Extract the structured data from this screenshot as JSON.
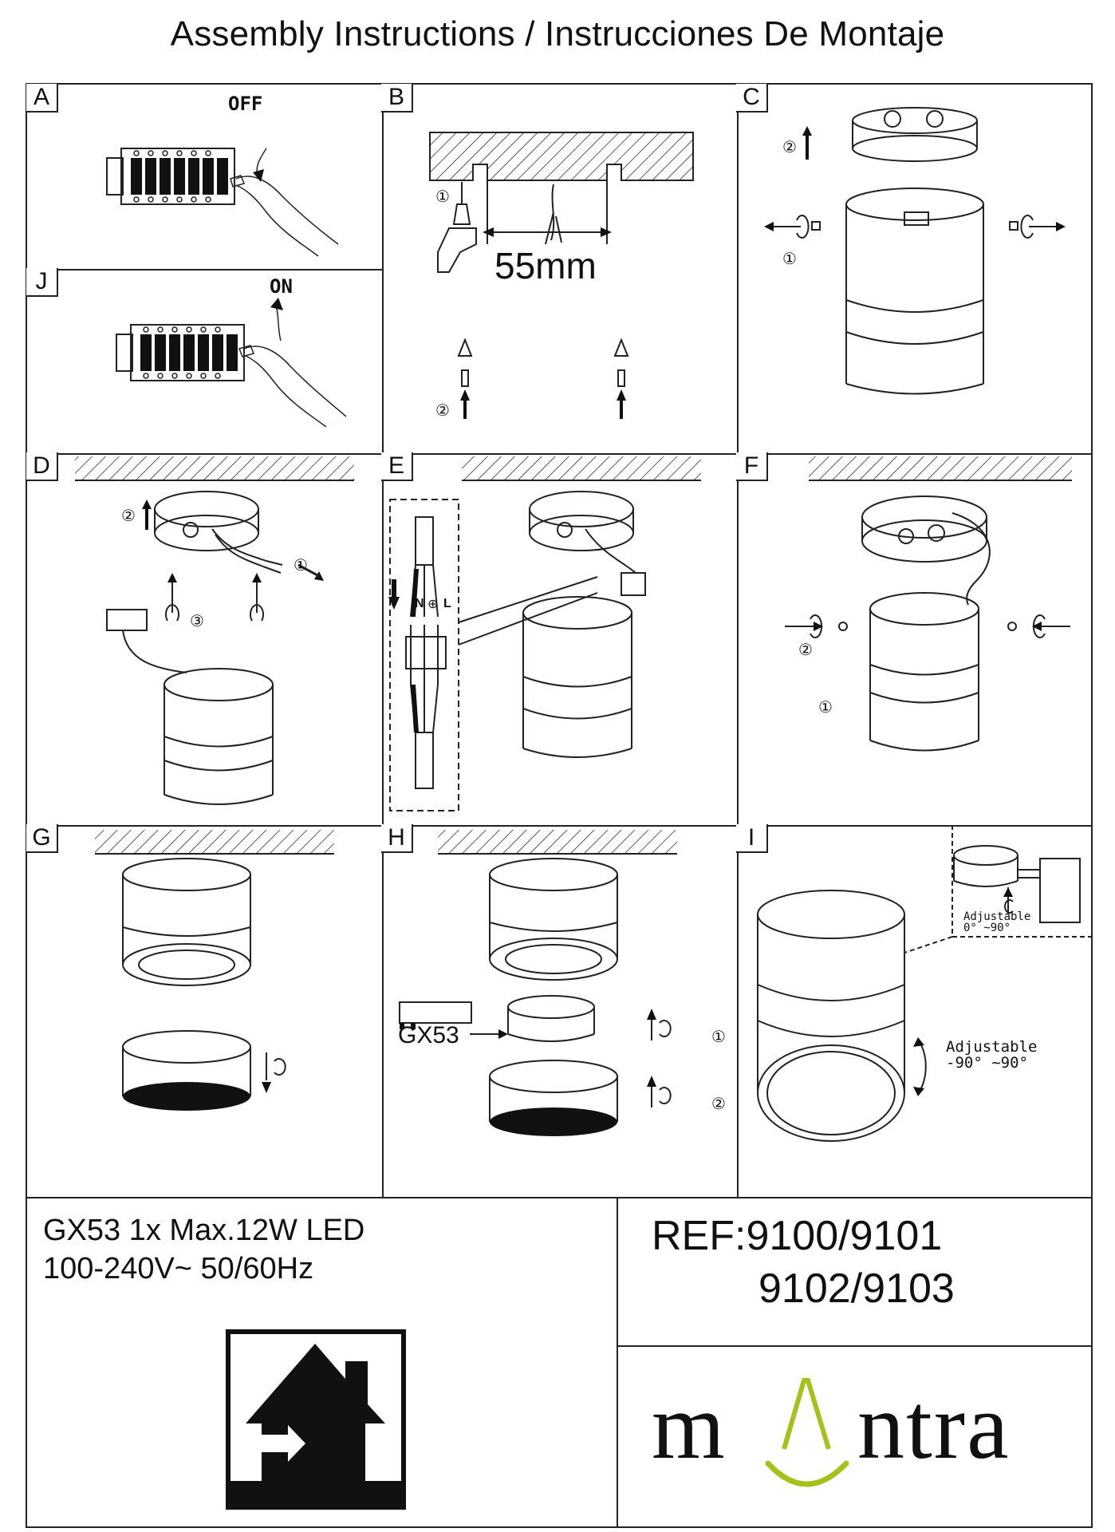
{
  "header": {
    "title": "Assembly Instructions / Instrucciones De Montaje"
  },
  "panels": {
    "A": {
      "letter": "A",
      "switch_text": "OFF"
    },
    "J": {
      "letter": "J",
      "switch_text": "ON"
    },
    "B": {
      "letter": "B",
      "distance": "55mm",
      "step1": "①",
      "step2": "②"
    },
    "C": {
      "letter": "C",
      "step1": "①",
      "step2": "②"
    },
    "D": {
      "letter": "D",
      "step1": "①",
      "step2": "②",
      "step3": "③"
    },
    "E": {
      "letter": "E",
      "terminal_n": "N",
      "terminal_earth": "⊕",
      "terminal_l": "L"
    },
    "F": {
      "letter": "F",
      "step1": "①",
      "step2": "②"
    },
    "G": {
      "letter": "G"
    },
    "H": {
      "letter": "H",
      "lamp_label": "GX53",
      "step1": "①",
      "step2": "②"
    },
    "I": {
      "letter": "I",
      "adjust1_label": "Adjustable",
      "adjust1_range": "0° ~90°",
      "adjust2_label": "Adjustable",
      "adjust2_range": "-90° ~90°"
    }
  },
  "specs": {
    "line1": "GX53 1x Max.12W LED",
    "line2": "100-240V~ 50/60Hz"
  },
  "reference": {
    "line1": "REF:9100/9101",
    "line2": "9102/9103"
  },
  "brand": {
    "name_left": "m",
    "name_right": "ntra",
    "accent_color": "#a5c21a"
  },
  "colors": {
    "line": "#222222"
  }
}
